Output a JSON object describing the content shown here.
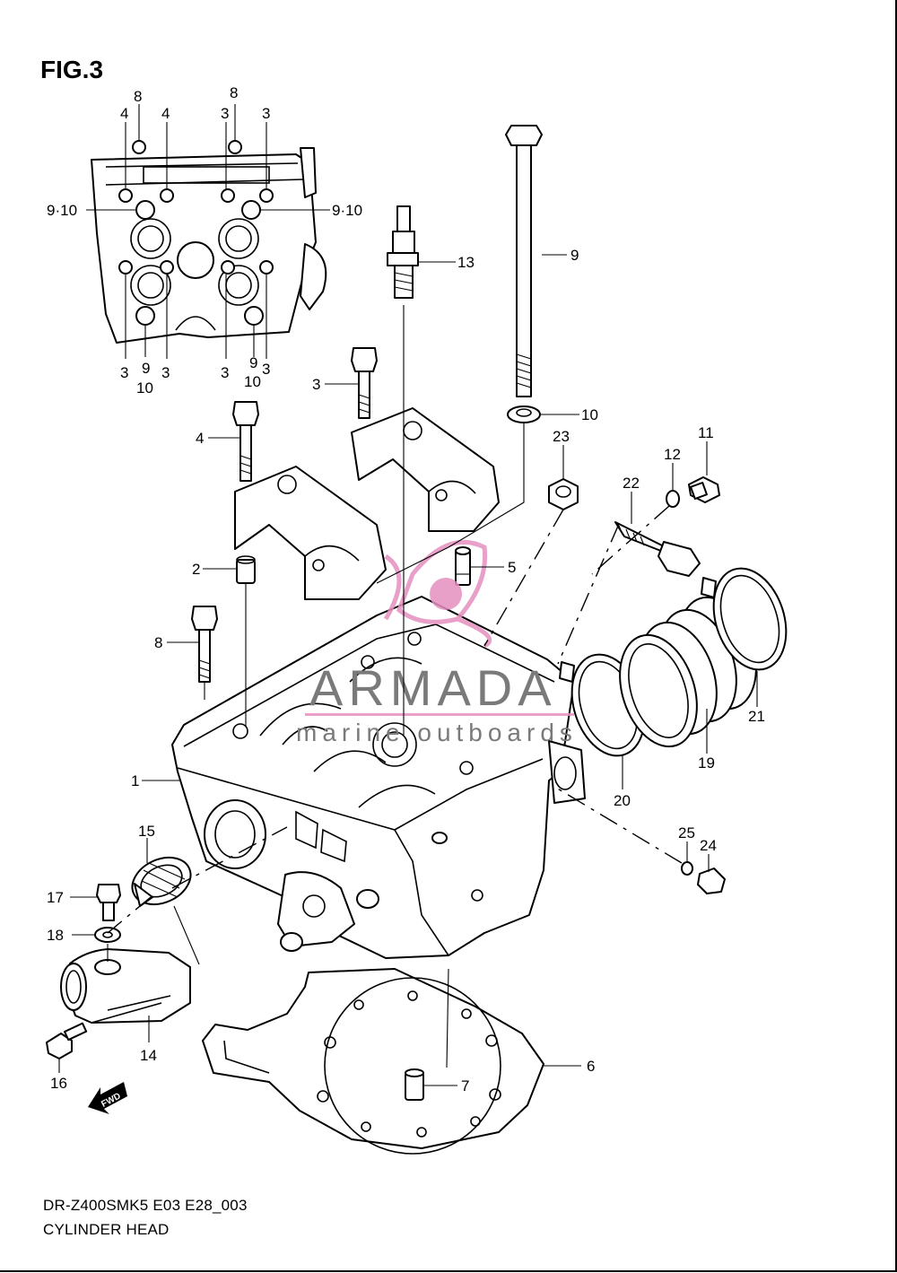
{
  "figure": {
    "title": "FIG.3",
    "model_code": "DR-Z400SMK5 E03 E28_003",
    "caption": "CYLINDER HEAD"
  },
  "watermark": {
    "brand": "ARMADA",
    "tagline": "marine outboards",
    "accent_color": "#e58fbf"
  },
  "fwd_badge": "FWD",
  "callouts": {
    "c1": "1",
    "c2": "2",
    "c3": "3",
    "c4": "4",
    "c5": "5",
    "c6": "6",
    "c7": "7",
    "c8": "8",
    "c9": "9",
    "c10": "10",
    "c11": "11",
    "c12": "12",
    "c13": "13",
    "c14": "14",
    "c15": "15",
    "c16": "16",
    "c17": "17",
    "c18": "18",
    "c19": "19",
    "c20": "20",
    "c21": "21",
    "c22": "22",
    "c23": "23",
    "c24": "24",
    "c25": "25",
    "inset_8a": "8",
    "inset_8b": "8",
    "inset_4a": "4",
    "inset_4b": "4",
    "inset_3a": "3",
    "inset_3b": "3",
    "inset_910_left": "9·10",
    "inset_910_right": "9·10",
    "inset_bottom": [
      "3",
      "9",
      "3",
      "3",
      "9",
      "3"
    ],
    "inset_bottom_10a": "10",
    "inset_bottom_10b": "10"
  }
}
